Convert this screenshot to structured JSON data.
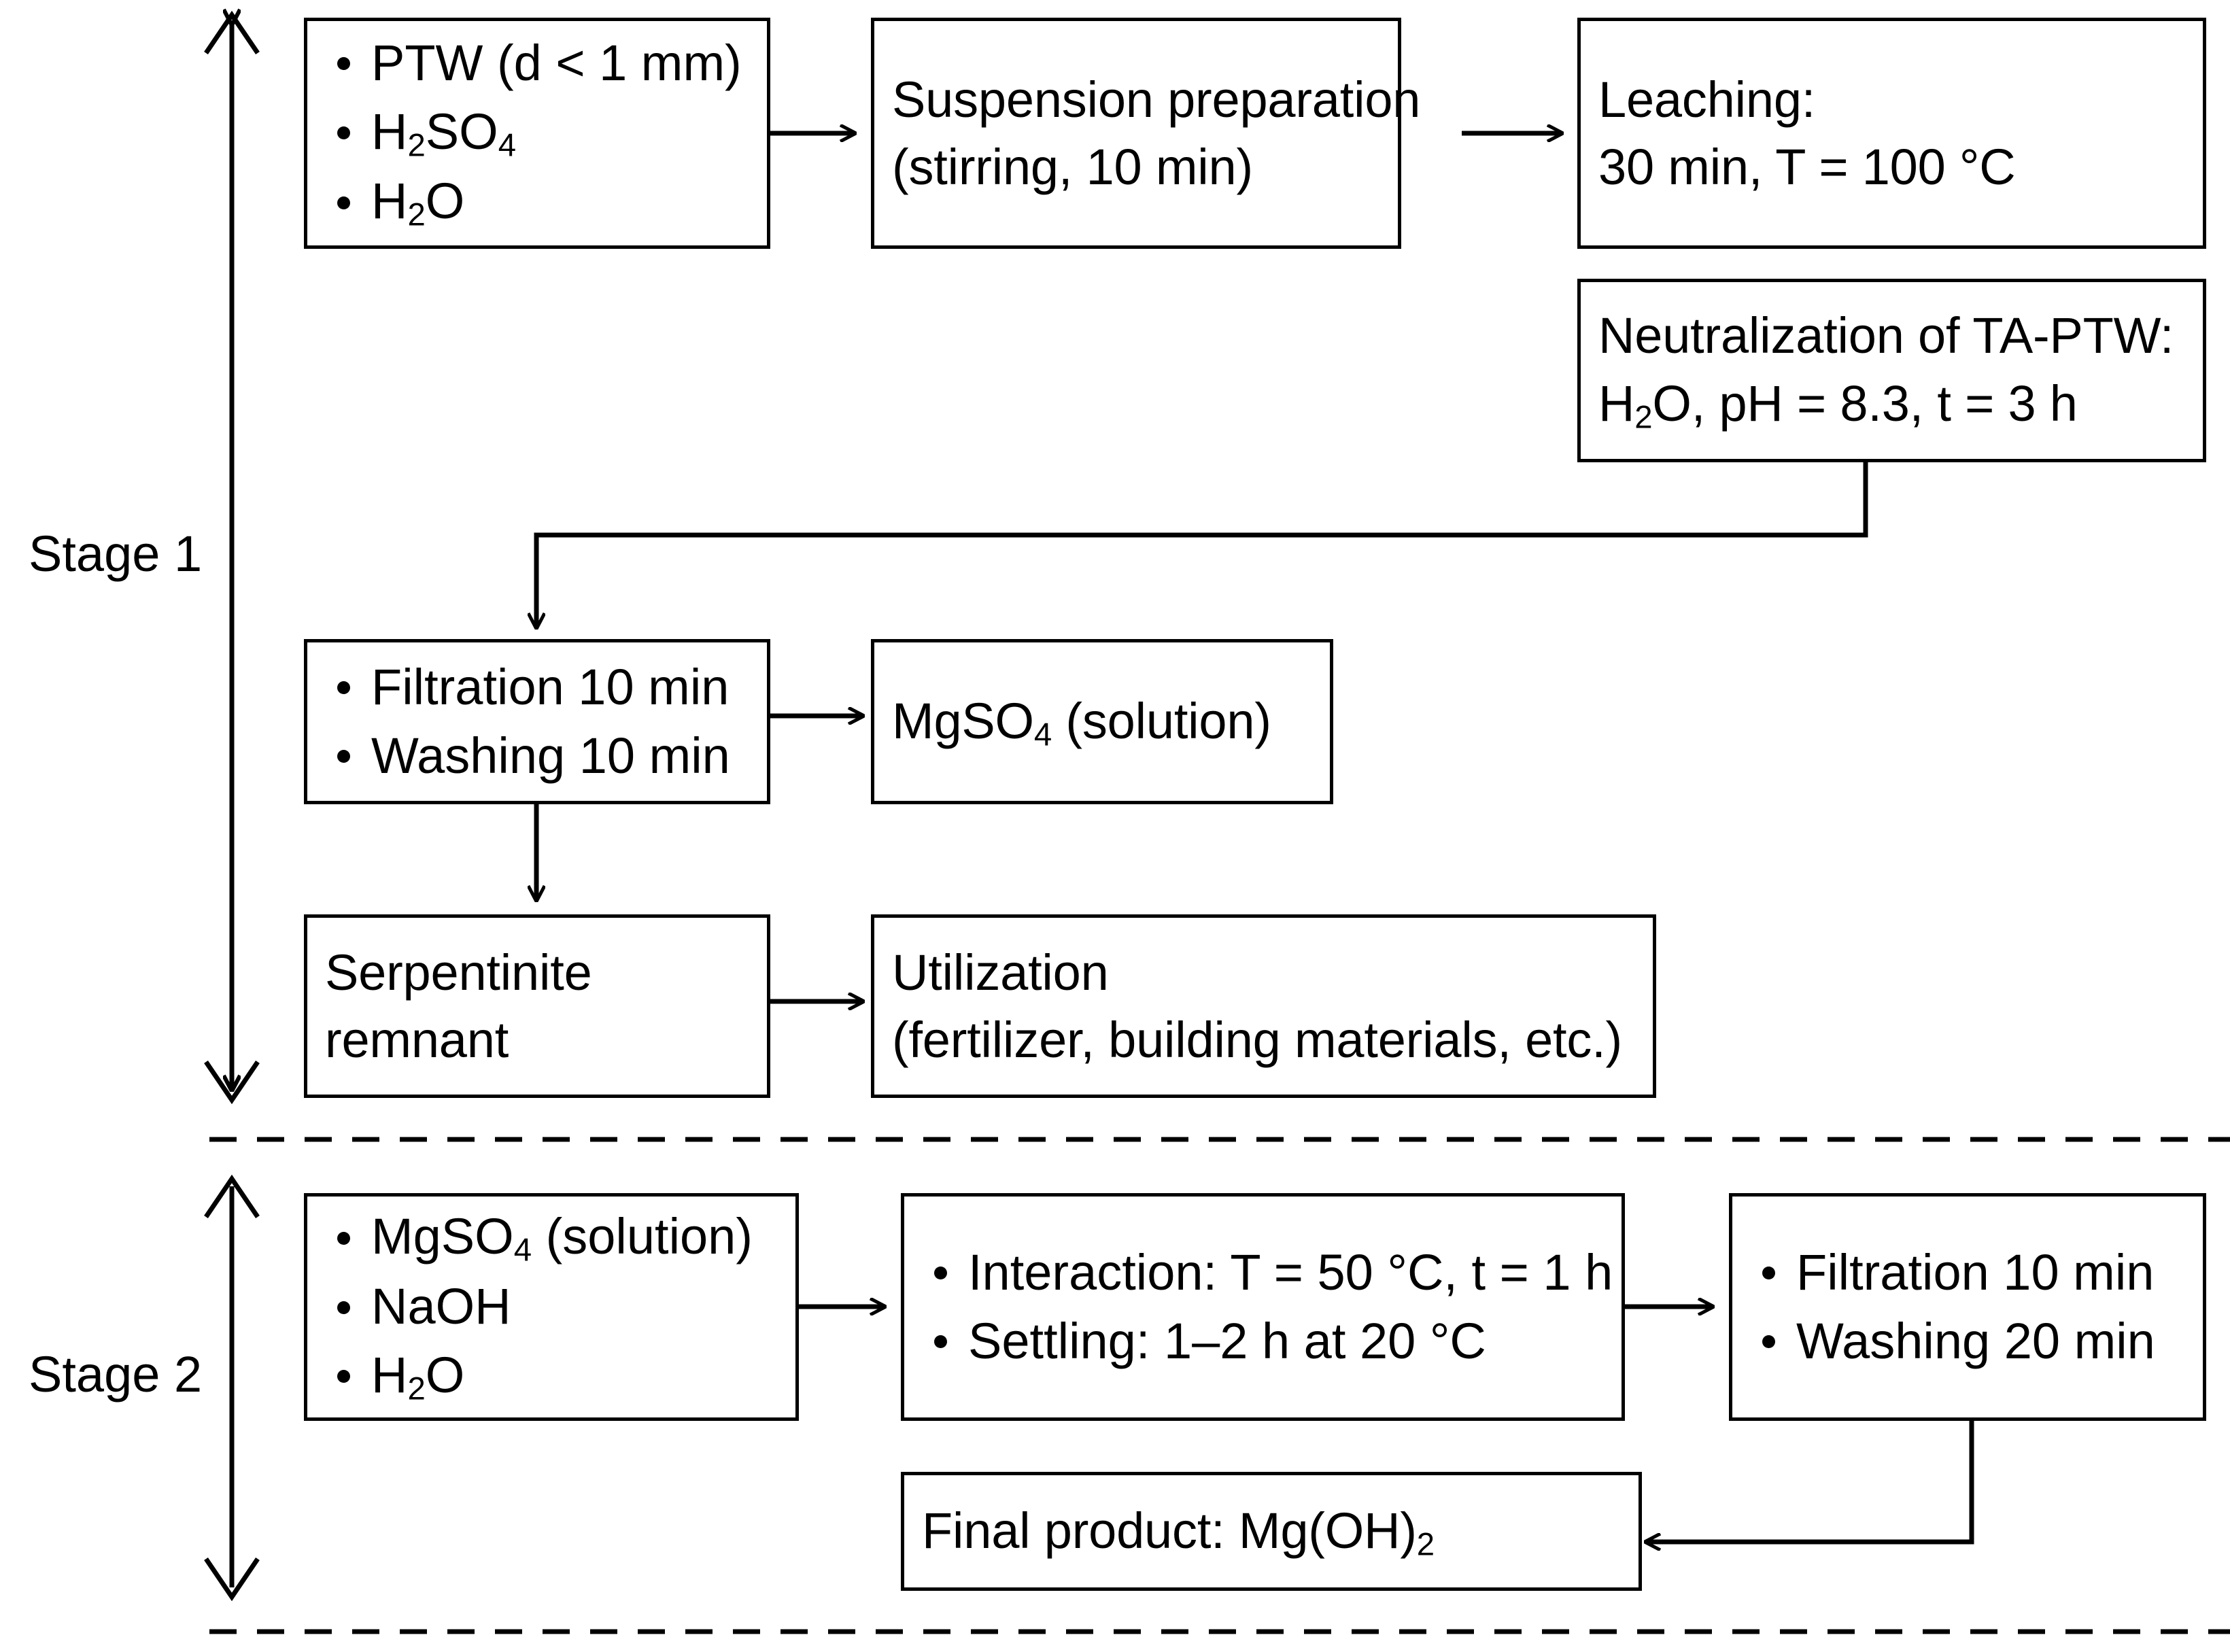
{
  "diagram": {
    "title": "Two-stage processing flowchart",
    "stages": [
      {
        "id": "stage-1",
        "label": "Stage 1"
      },
      {
        "id": "stage-2",
        "label": "Stage 2"
      }
    ],
    "boxes": {
      "inputs_stage1": {
        "name": "raw-materials-box",
        "items": [
          {
            "text": "PTW (d < 1 mm)",
            "html": "PTW (d &lt; 1 mm)"
          },
          {
            "text": "H2SO4",
            "html": "H<sub>2</sub>SO<sub>4</sub>"
          },
          {
            "text": "H2O",
            "html": "H<sub>2</sub>O"
          }
        ]
      },
      "suspension": {
        "name": "suspension-preparation-box",
        "lines": [
          {
            "text": "Suspension preparation",
            "html": "Suspension preparation"
          },
          {
            "text": "(stirring, 10 min)",
            "html": "(stirring, 10 min)"
          }
        ]
      },
      "leaching": {
        "name": "leaching-box",
        "lines": [
          {
            "text": "Leaching:",
            "html": "Leaching:"
          },
          {
            "text": "30 min, T = 100 °C",
            "html": "30 min, T = 100 °C"
          }
        ]
      },
      "neutralization": {
        "name": "neutralization-box",
        "lines": [
          {
            "text": "Neutralization of TA-PTW:",
            "html": "Neutralization of TA-PTW:"
          },
          {
            "text": "H2O, pH = 8.3, t = 3 h",
            "html": "H<sub>2</sub>O, pH = 8.3, t = 3 h"
          }
        ]
      },
      "filtration1": {
        "name": "filtration-washing-stage1-box",
        "items": [
          {
            "text": "Filtration 10 min",
            "html": "Filtration 10 min"
          },
          {
            "text": "Washing 10 min",
            "html": "Washing 10 min"
          }
        ]
      },
      "mgso4": {
        "name": "mgso4-solution-box",
        "lines": [
          {
            "text": "MgSO4 (solution)",
            "html": "MgSO<sub>4</sub> (solution)"
          }
        ]
      },
      "serpentinite": {
        "name": "serpentinite-remnant-box",
        "lines": [
          {
            "text": "Serpentinite",
            "html": "Serpentinite"
          },
          {
            "text": "remnant",
            "html": "remnant"
          }
        ]
      },
      "utilization": {
        "name": "utilization-box",
        "lines": [
          {
            "text": "Utilization",
            "html": "Utilization"
          },
          {
            "text": "(fertilizer, building materials, etc.)",
            "html": "(fertilizer, building materials, etc.)"
          }
        ]
      },
      "inputs_stage2": {
        "name": "stage2-reagents-box",
        "items": [
          {
            "text": "MgSO4 (solution)",
            "html": "MgSO<sub>4</sub> (solution)"
          },
          {
            "text": "NaOH",
            "html": "NaOH"
          },
          {
            "text": "H2O",
            "html": "H<sub>2</sub>O"
          }
        ]
      },
      "interaction": {
        "name": "interaction-settling-box",
        "items": [
          {
            "text": "Interaction: T = 50 °C, t = 1 h",
            "html": "Interaction: T = 50 °C, t = 1 h"
          },
          {
            "text": "Settling: 1–2 h at 20 °C",
            "html": "Settling: 1–2 h at 20 °C"
          }
        ]
      },
      "filtration2": {
        "name": "filtration-washing-stage2-box",
        "items": [
          {
            "text": "Filtration 10 min",
            "html": "Filtration 10 min"
          },
          {
            "text": "Washing 20 min",
            "html": "Washing 20 min"
          }
        ]
      },
      "final_product": {
        "name": "final-product-box",
        "lines": [
          {
            "text": "Final product: Mg(OH)2",
            "html": "Final product: Mg(OH)<sub>2</sub>"
          }
        ]
      }
    },
    "colors": {
      "stroke": "#000000",
      "background": "#ffffff"
    }
  }
}
